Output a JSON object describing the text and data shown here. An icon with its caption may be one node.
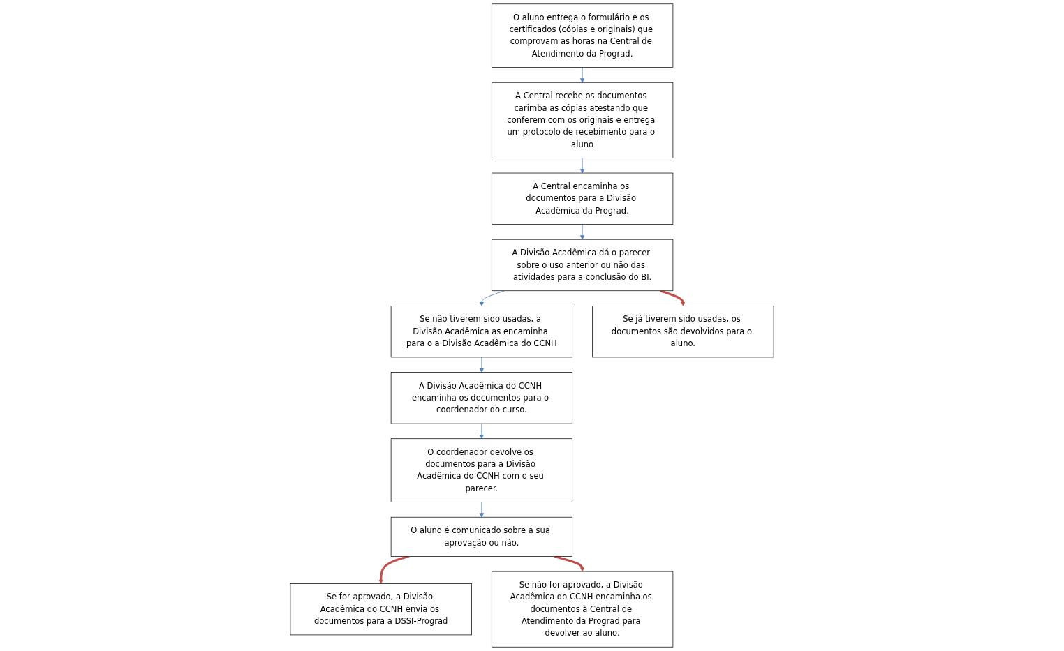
{
  "diagram": {
    "nodes": [
      {
        "text": [
          "O aluno entrega o formulário e os certificados (cópias e originais) que comprovam as horas na Central de Atendimento da Prograd."
        ]
      },
      {
        "text": [
          "A Central recebe os documentos carimba as cópias atestando que conferem com os originais e entrega um protocolo de recebimento para o aluno"
        ]
      },
      {
        "text": [
          "A Central encaminha os documentos para a Divisão Acadêmica da Prograd."
        ]
      },
      {
        "text": [
          "A Divisão Acadêmica do CCNH encaminha os documentos para o coordenador do curso."
        ]
      },
      {
        "text": [
          "Se não tiverem sido usadas, a Divisão Acadêmica as encaminha para o a Divisão Acadêmica do CCNH"
        ]
      },
      {
        "text": [
          "A Divisão Acadêmica dá o parecer sobre o uso anterior ou não das atividades para a conclusão do BI."
        ]
      },
      {
        "text": [
          "O coordenador devolve os documentos para a Divisão Acadêmica do CCNH com o seu parecer."
        ]
      },
      {
        "text": [
          "O aluno é comunicado sobre a sua aprovação ou não."
        ]
      },
      {
        "text": [
          "Se já tiverem sido usadas, os documentos são devolvidos para o aluno."
        ]
      },
      {
        "text": [
          "Se for aprovado, a Divisão Acadêmica do CCNH envia os documentos para a DSSI-Prograd"
        ]
      },
      {
        "text": [
          "Se não for aprovado, a Divisão Acadêmica do CCNH encaminha os documentos à Central de Atendimento da Prograd para devolver ao aluno."
        ]
      }
    ],
    "edges": [
      {
        "from": 0,
        "to": 1,
        "arrow": "to"
      },
      {
        "from": 1,
        "to": 2,
        "arrow": "to"
      },
      {
        "from": 2,
        "to": 5,
        "arrow": "to"
      },
      {
        "from": 5,
        "to": 4,
        "arrow": "to"
      },
      {
        "from": 4,
        "to": 3,
        "arrow": "to"
      },
      {
        "from": 3,
        "to": 6,
        "arrow": "to"
      },
      {
        "from": 6,
        "to": 7,
        "arrow": "to"
      },
      {
        "from": 5,
        "to": 8,
        "arrow": "to",
        "style": "thick",
        "color": "#c0504d"
      },
      {
        "from": 7,
        "to": 9,
        "arrow": "to",
        "style": "thick",
        "color": "#c0504d"
      },
      {
        "from": 7,
        "to": 10,
        "arrow": "to",
        "style": "thick",
        "color": "#c0504d"
      }
    ]
  }
}
